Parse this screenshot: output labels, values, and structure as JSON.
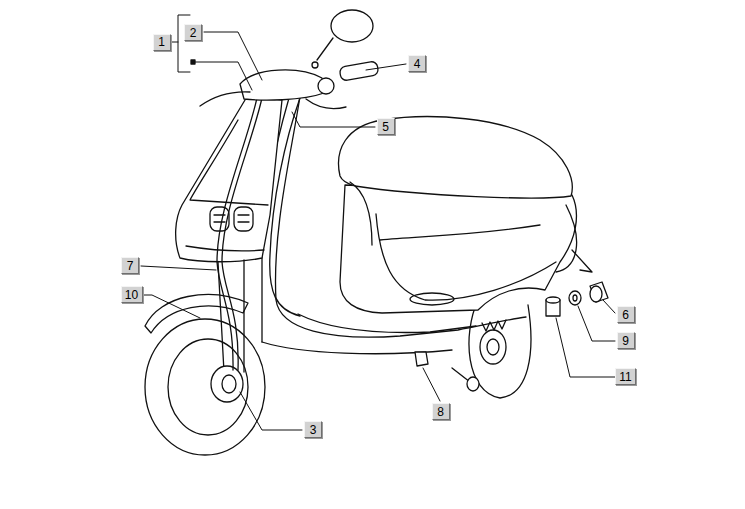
{
  "diagram": {
    "nodes": [
      {
        "text": [
          "2"
        ]
      },
      {
        "text": [
          "1"
        ]
      },
      {
        "text": [
          "4"
        ]
      },
      {
        "text": [
          "5"
        ]
      },
      {
        "text": [
          "7"
        ]
      },
      {
        "text": [
          "10"
        ]
      },
      {
        "text": [
          "6"
        ]
      },
      {
        "text": [
          "9"
        ]
      },
      {
        "text": [
          "11"
        ]
      },
      {
        "text": [
          "8"
        ]
      },
      {
        "text": [
          "3"
        ]
      }
    ]
  }
}
